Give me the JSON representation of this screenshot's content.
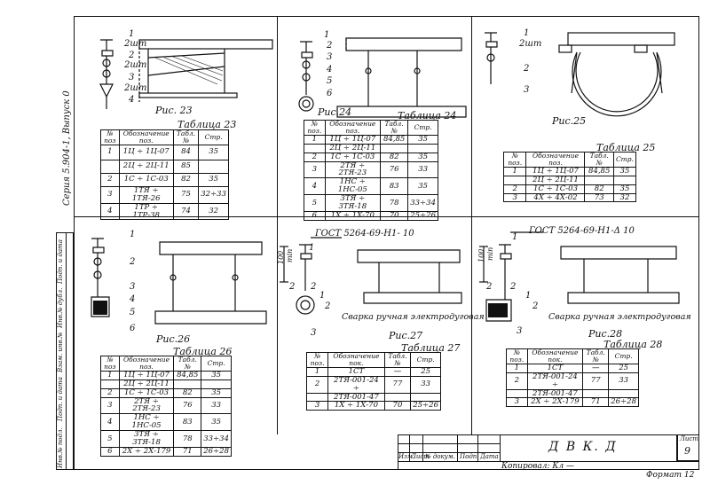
{
  "side_labels": {
    "series": "Серия 5.904-1, Выпуск 0",
    "strip": [
      "Инв.№ подл.",
      "Подп. и дата",
      "Взам. инв.№",
      "Инв.№ дубл.",
      "Подп. и дата"
    ]
  },
  "figures": {
    "fig23": {
      "caption": "Рис. 23",
      "labels": [
        "1",
        "2шт",
        "2",
        "2шт",
        "3",
        "2шт",
        "4"
      ]
    },
    "fig24": {
      "caption": "Рис.24",
      "labels": [
        "1",
        "2",
        "3",
        "4",
        "5",
        "6"
      ]
    },
    "fig25": {
      "caption": "Рис.25",
      "labels": [
        "1",
        "2шт",
        "2",
        "3"
      ]
    },
    "fig26": {
      "caption": "Рис.26",
      "labels": [
        "1",
        "2",
        "3",
        "4",
        "5",
        "6"
      ]
    },
    "fig27": {
      "caption": "Рис.27",
      "gost": "ГОСТ 5264-69-Н1- 10",
      "weld": "Сварка ручная электродуговая",
      "labels": [
        "1",
        "2",
        "3",
        "2",
        "1",
        "2",
        "100",
        "min"
      ]
    },
    "fig28": {
      "caption": "Рис.28",
      "gost": "ГОСТ 5264-69-Н1-Δ 10",
      "weld": "Сварка ручная электродуговая",
      "labels": [
        "1",
        "2",
        "3",
        "2",
        "1",
        "2",
        "100",
        "min"
      ]
    }
  },
  "tables": {
    "t23": {
      "title": "Таблица 23",
      "headers": [
        "№ поз",
        "Обозначение поз.",
        "Табл. №",
        "Стр."
      ],
      "rows": [
        [
          "1",
          "1Ц ÷ 1Ц-07",
          "84",
          "35"
        ],
        [
          "",
          "2Ц ÷ 2Ц-11",
          "85",
          ""
        ],
        [
          "2",
          "1С ÷ 1С-03",
          "82",
          "35"
        ],
        [
          "3",
          "1ТЯ ÷ 1ТЯ-26",
          "75",
          "32÷33"
        ],
        [
          "4",
          "1ТР ÷ 1ТР-38",
          "74",
          "32"
        ]
      ]
    },
    "t24": {
      "title": "Таблица 24",
      "headers": [
        "№ поз.",
        "Обозначение поз.",
        "Табл. №",
        "Стр."
      ],
      "rows": [
        [
          "1",
          "1Ц ÷ 1Ц-07",
          "84,85",
          "35"
        ],
        [
          "",
          "2Ц ÷ 2Ц-11",
          "",
          ""
        ],
        [
          "2",
          "1С ÷ 1С-03",
          "82",
          "35"
        ],
        [
          "3",
          "2ТЯ ÷ 2ТЯ-23",
          "76",
          "33"
        ],
        [
          "4",
          "1НС ÷ 1НС-05",
          "83",
          "35"
        ],
        [
          "5",
          "3ТЯ ÷ 3ТЯ-18",
          "78",
          "33÷34"
        ],
        [
          "6",
          "1Х ÷ 1Х-70",
          "70",
          "25÷26"
        ]
      ]
    },
    "t25": {
      "title": "Таблица 25",
      "headers": [
        "№ поз.",
        "Обозначение поз.",
        "Табл. №",
        "Стр."
      ],
      "rows": [
        [
          "1",
          "1Ц ÷ 1Ц-07",
          "84,85",
          "35"
        ],
        [
          "",
          "2Ц ÷ 2Ц-11",
          "",
          ""
        ],
        [
          "2",
          "1С ÷ 1С-03",
          "82",
          "35"
        ],
        [
          "3",
          "4Х ÷ 4Х-02",
          "73",
          "32"
        ]
      ]
    },
    "t26": {
      "title": "Таблица 26",
      "headers": [
        "№ поз",
        "Обозначение поз.",
        "Табл. №",
        "Стр."
      ],
      "rows": [
        [
          "1",
          "1Ц ÷ 1Ц-07",
          "84,85",
          "35"
        ],
        [
          "",
          "2Ц ÷ 2Ц-11",
          "",
          ""
        ],
        [
          "2",
          "1С ÷ 1С-03",
          "82",
          "35"
        ],
        [
          "3",
          "2ТЯ ÷ 2ТЯ-23",
          "76",
          "33"
        ],
        [
          "4",
          "1НС ÷ 1НС-05",
          "83",
          "35"
        ],
        [
          "5",
          "3ТЯ ÷ 3ТЯ-18",
          "78",
          "33÷34"
        ],
        [
          "6",
          "2Х ÷ 2Х-179",
          "71",
          "26÷28"
        ]
      ]
    },
    "t27": {
      "title": "Таблица 27",
      "headers": [
        "№ поз.",
        "Обозначение пок.",
        "Табл. №",
        "Стр."
      ],
      "rows": [
        [
          "1",
          "1СТ",
          "—",
          "25"
        ],
        [
          "2",
          "2ТЯ-001-24 ÷",
          "77",
          "33"
        ],
        [
          "",
          "2ТЯ-001-47",
          "",
          ""
        ],
        [
          "3",
          "1Х ÷ 1Х-70",
          "70",
          "25÷26"
        ]
      ]
    },
    "t28": {
      "title": "Таблица 28",
      "headers": [
        "№ поз.",
        "Обозначение пок.",
        "Табл. №",
        "Стр."
      ],
      "rows": [
        [
          "1",
          "1СТ",
          "—",
          "25"
        ],
        [
          "2",
          "2ТЯ-001-24 ÷",
          "77",
          "33"
        ],
        [
          "",
          "2ТЯ-001-47",
          "",
          ""
        ],
        [
          "3",
          "2Х ÷ 2Х-179",
          "71",
          "26÷28"
        ]
      ]
    }
  },
  "stamp": {
    "code": "Д В К. Д",
    "sheet_label": "Лист",
    "sheet_no": "9",
    "cols": [
      "Изм.",
      "Лист",
      "№ докум.",
      "Подп.",
      "Дата"
    ],
    "copied": "Копировал: Кл —",
    "format": "Формат 12"
  }
}
